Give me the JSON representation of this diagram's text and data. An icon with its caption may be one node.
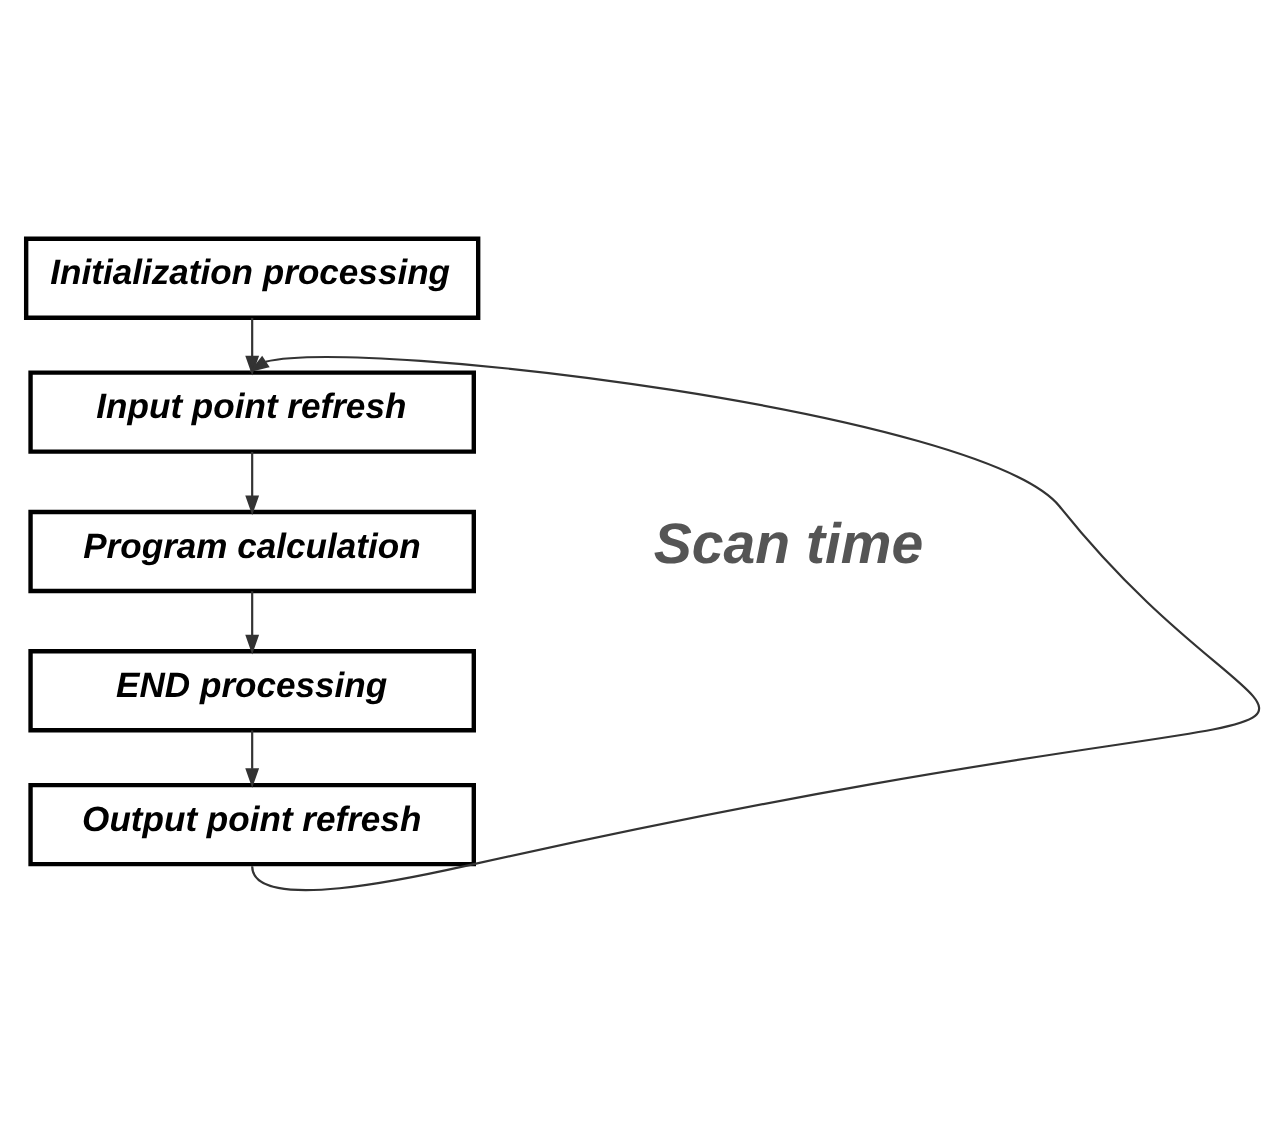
{
  "diagram": {
    "nodes": [
      {
        "text": [
          "Initialization processing"
        ]
      },
      {
        "text": [
          "Input point refresh"
        ]
      },
      {
        "text": [
          "Program calculation"
        ]
      },
      {
        "text": [
          "END processing"
        ]
      },
      {
        "text": [
          "Output point refresh"
        ]
      }
    ],
    "edges": [
      {
        "from": 0,
        "to": 1,
        "arrow": "to"
      },
      {
        "from": 1,
        "to": 2,
        "arrow": "to"
      },
      {
        "from": 2,
        "to": 3,
        "arrow": "to"
      },
      {
        "from": 3,
        "to": 4,
        "arrow": "to"
      },
      {
        "from": 4,
        "to": 1,
        "arrow": "to"
      }
    ],
    "labels": [
      "Scan time"
    ]
  }
}
